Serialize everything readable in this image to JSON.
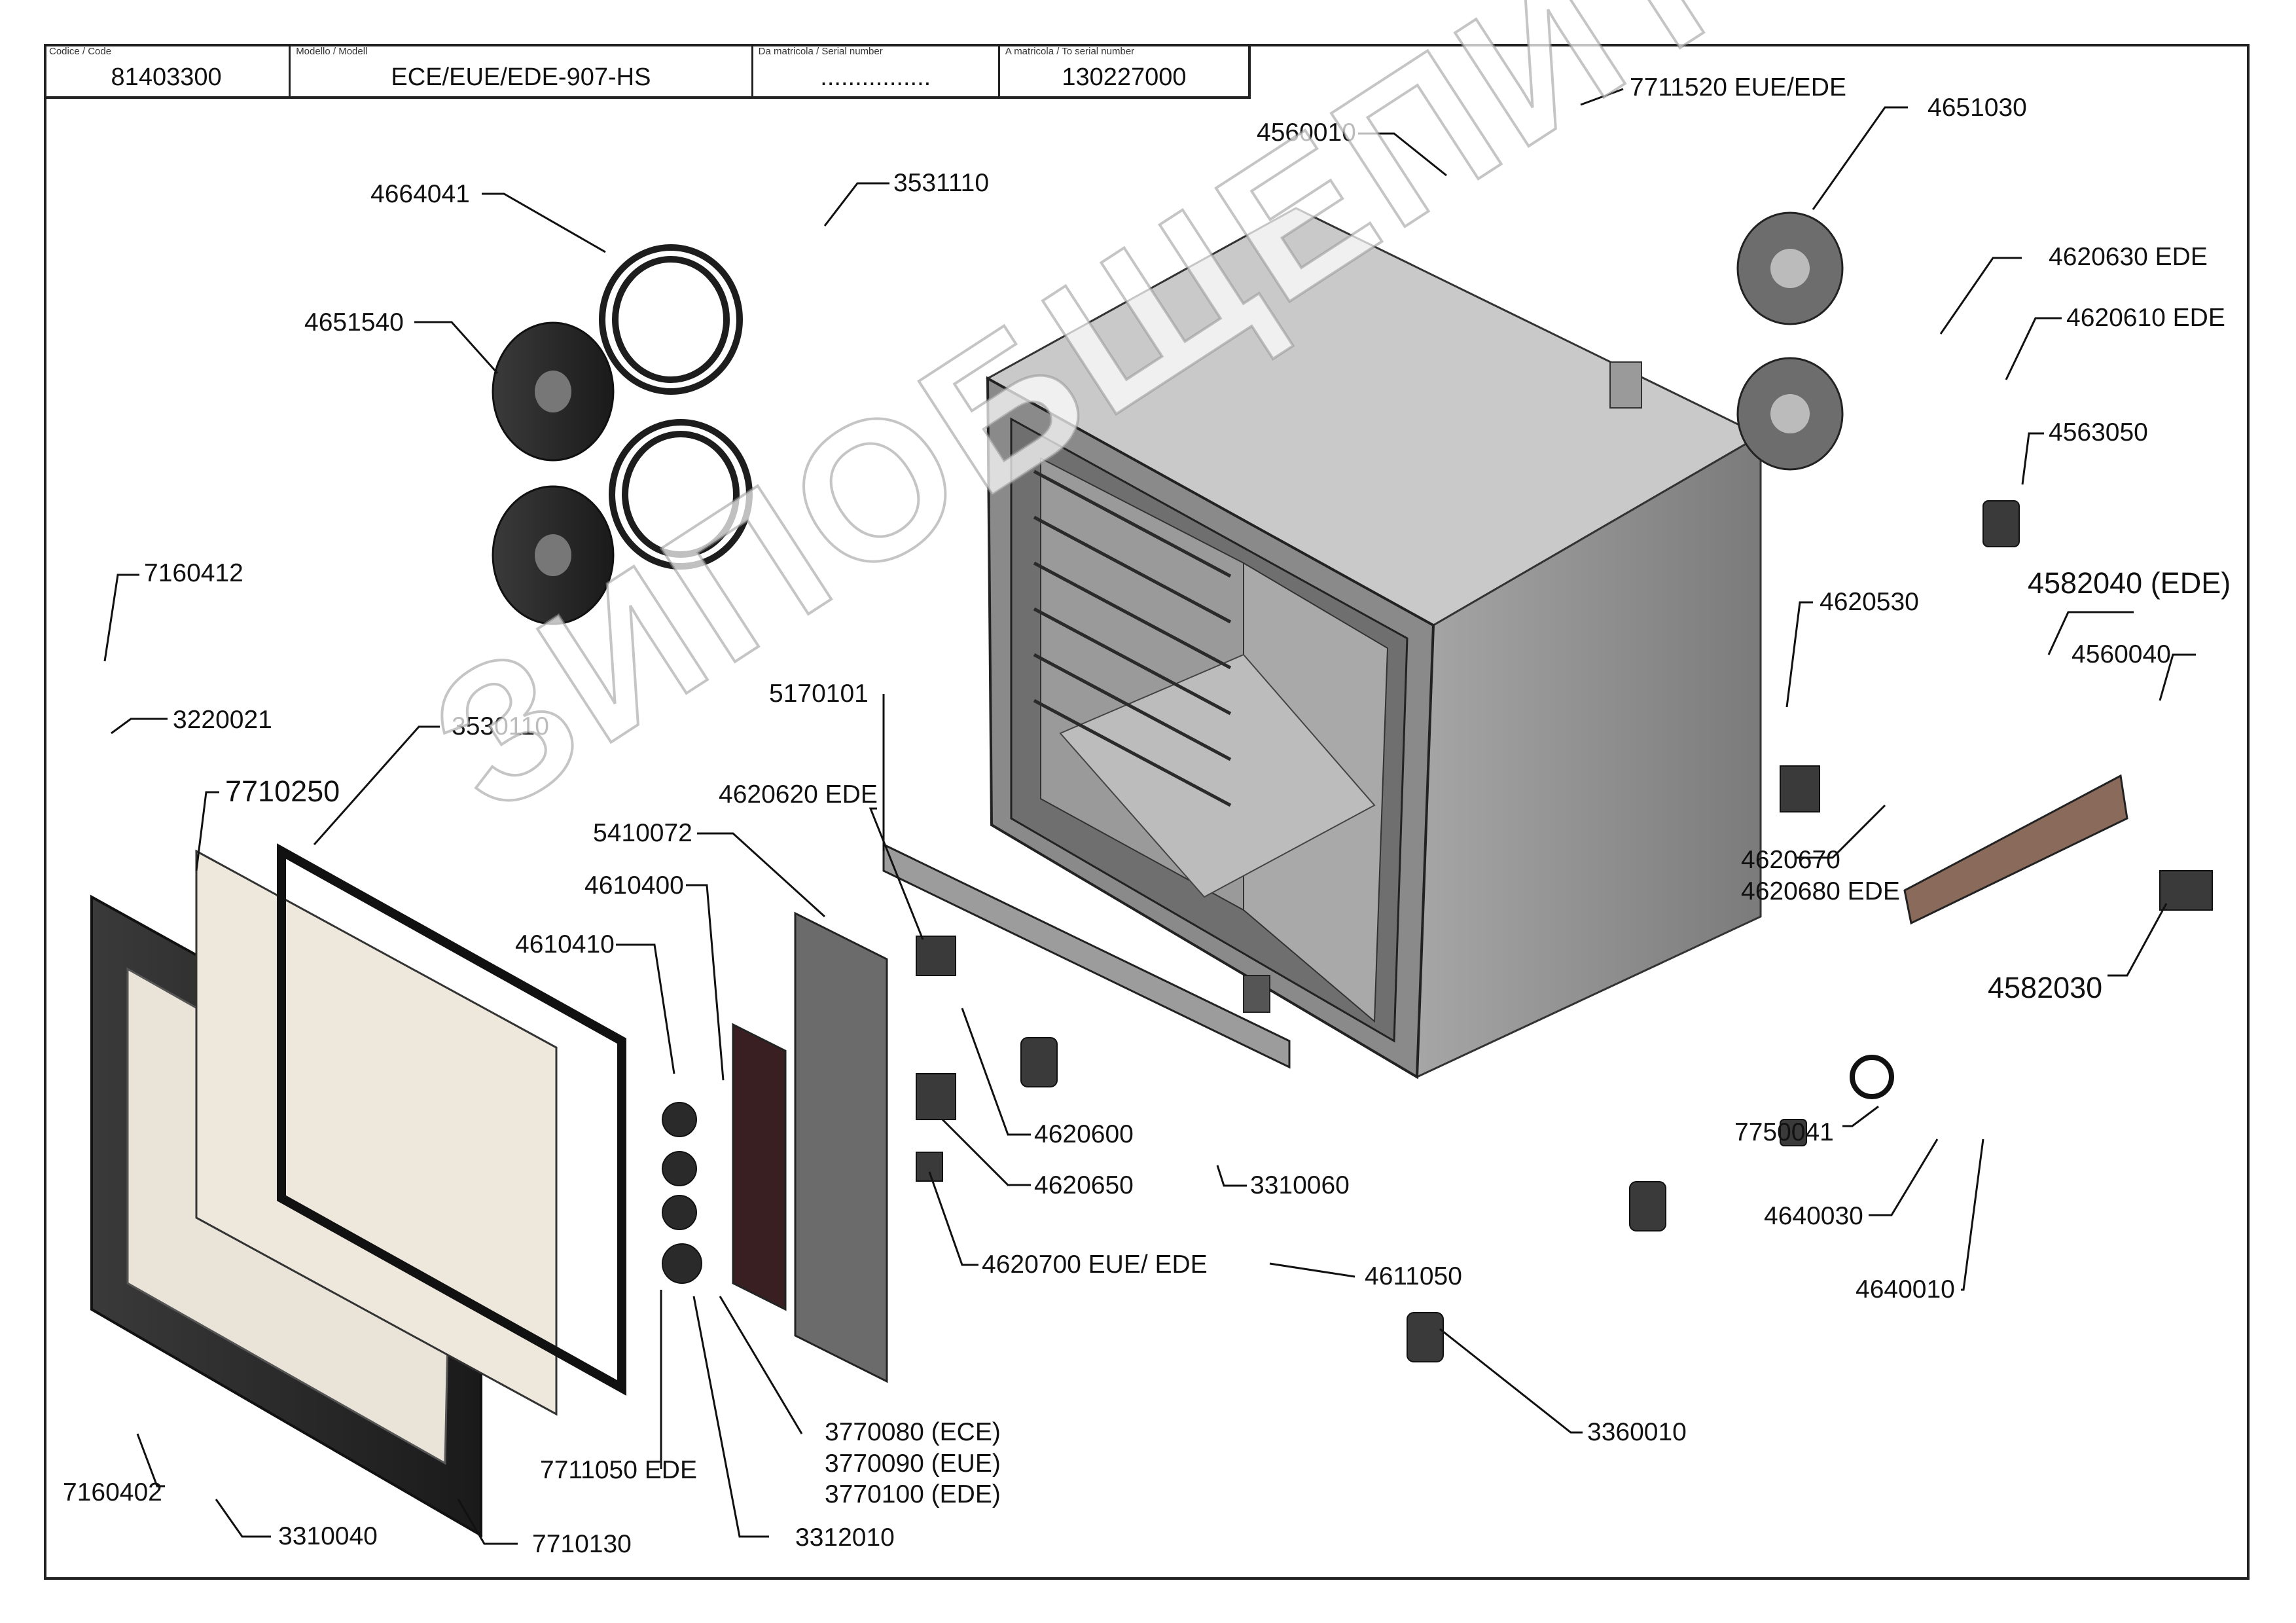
{
  "title_block": {
    "code_caption": "Codice / Code",
    "code_value": "81403300",
    "model_caption": "Modello / Modell",
    "model_value": "ECE/EUE/EDE-907-HS",
    "from_serial_caption": "Da matricola / Serial number",
    "from_serial_value": "................",
    "to_serial_caption": "A matricola / To serial number",
    "to_serial_value": "130227000"
  },
  "watermark": "ЗИПОБЩЕПИТ",
  "parts": {
    "p7711520": "7711520 EUE/EDE",
    "p4651030": "4651030",
    "p4560010": "4560010",
    "p3531110": "3531110",
    "p4664041": "4664041",
    "p4651540": "4651540",
    "p4620630": "4620630  EDE",
    "p4620610": "4620610  EDE",
    "p4563050": "4563050",
    "p4582040": "4582040 (EDE)",
    "p4620530": "4620530",
    "p4560040": "4560040",
    "p7160412": "7160412",
    "p3220021": "3220021",
    "p3530110": "3530110",
    "p7710250": "7710250",
    "p5170101": "5170101",
    "p4620620": "4620620 EDE",
    "p5410072": "5410072",
    "p4610400": "4610400",
    "p4610410": "4610410",
    "p4620670": "4620670",
    "p4620680": "4620680 EDE",
    "p4582030": "4582030",
    "p7750041": "7750041",
    "p4620600": "4620600",
    "p4620650": "4620650",
    "p3310060": "3310060",
    "p4640030": "4640030",
    "p4620700": "4620700 EUE/ EDE",
    "p4611050": "4611050",
    "p4640010": "4640010",
    "p3360010": "3360010",
    "p3770080": "3770080 (ECE)",
    "p3770090": "3770090 (EUE)",
    "p3770100": "3770100 (EDE)",
    "p7711050": "7711050 EDE",
    "p7160402": "7160402",
    "p3310040": "3310040",
    "p7710130": "7710130",
    "p3312010": "3312010"
  }
}
